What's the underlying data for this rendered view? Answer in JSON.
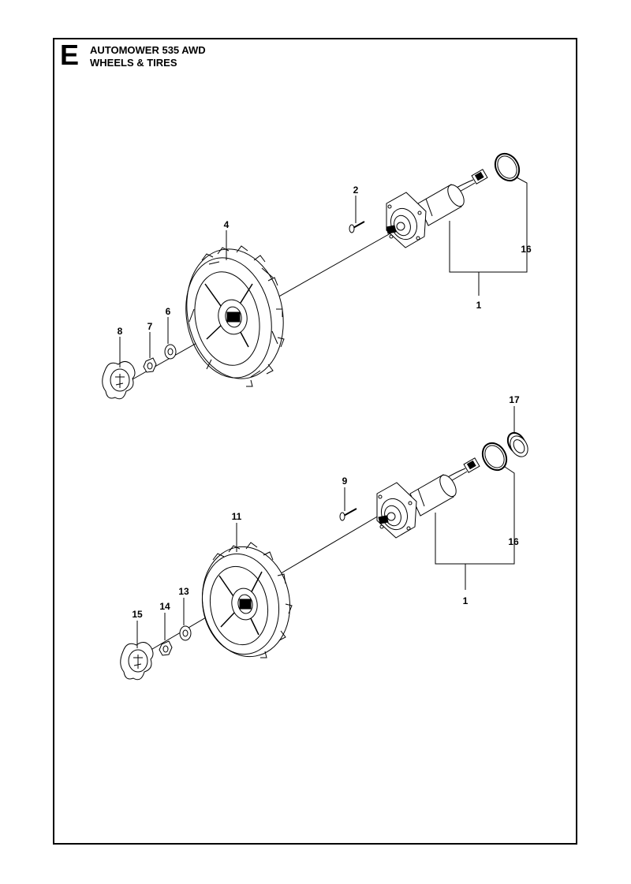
{
  "header": {
    "section_letter": "E",
    "title_line1": "AUTOMOWER 535 AWD",
    "title_line2": "WHEELS & TIRES"
  },
  "callouts": [
    {
      "id": "c2",
      "text": "2"
    },
    {
      "id": "c16a",
      "text": "16"
    },
    {
      "id": "c1a",
      "text": "1"
    },
    {
      "id": "c4",
      "text": "4"
    },
    {
      "id": "c6",
      "text": "6"
    },
    {
      "id": "c7",
      "text": "7"
    },
    {
      "id": "c8",
      "text": "8"
    },
    {
      "id": "c17",
      "text": "17"
    },
    {
      "id": "c9",
      "text": "9"
    },
    {
      "id": "c11",
      "text": "11"
    },
    {
      "id": "c16b",
      "text": "16"
    },
    {
      "id": "c1b",
      "text": "1"
    },
    {
      "id": "c13",
      "text": "13"
    },
    {
      "id": "c14",
      "text": "14"
    },
    {
      "id": "c15",
      "text": "15"
    }
  ]
}
